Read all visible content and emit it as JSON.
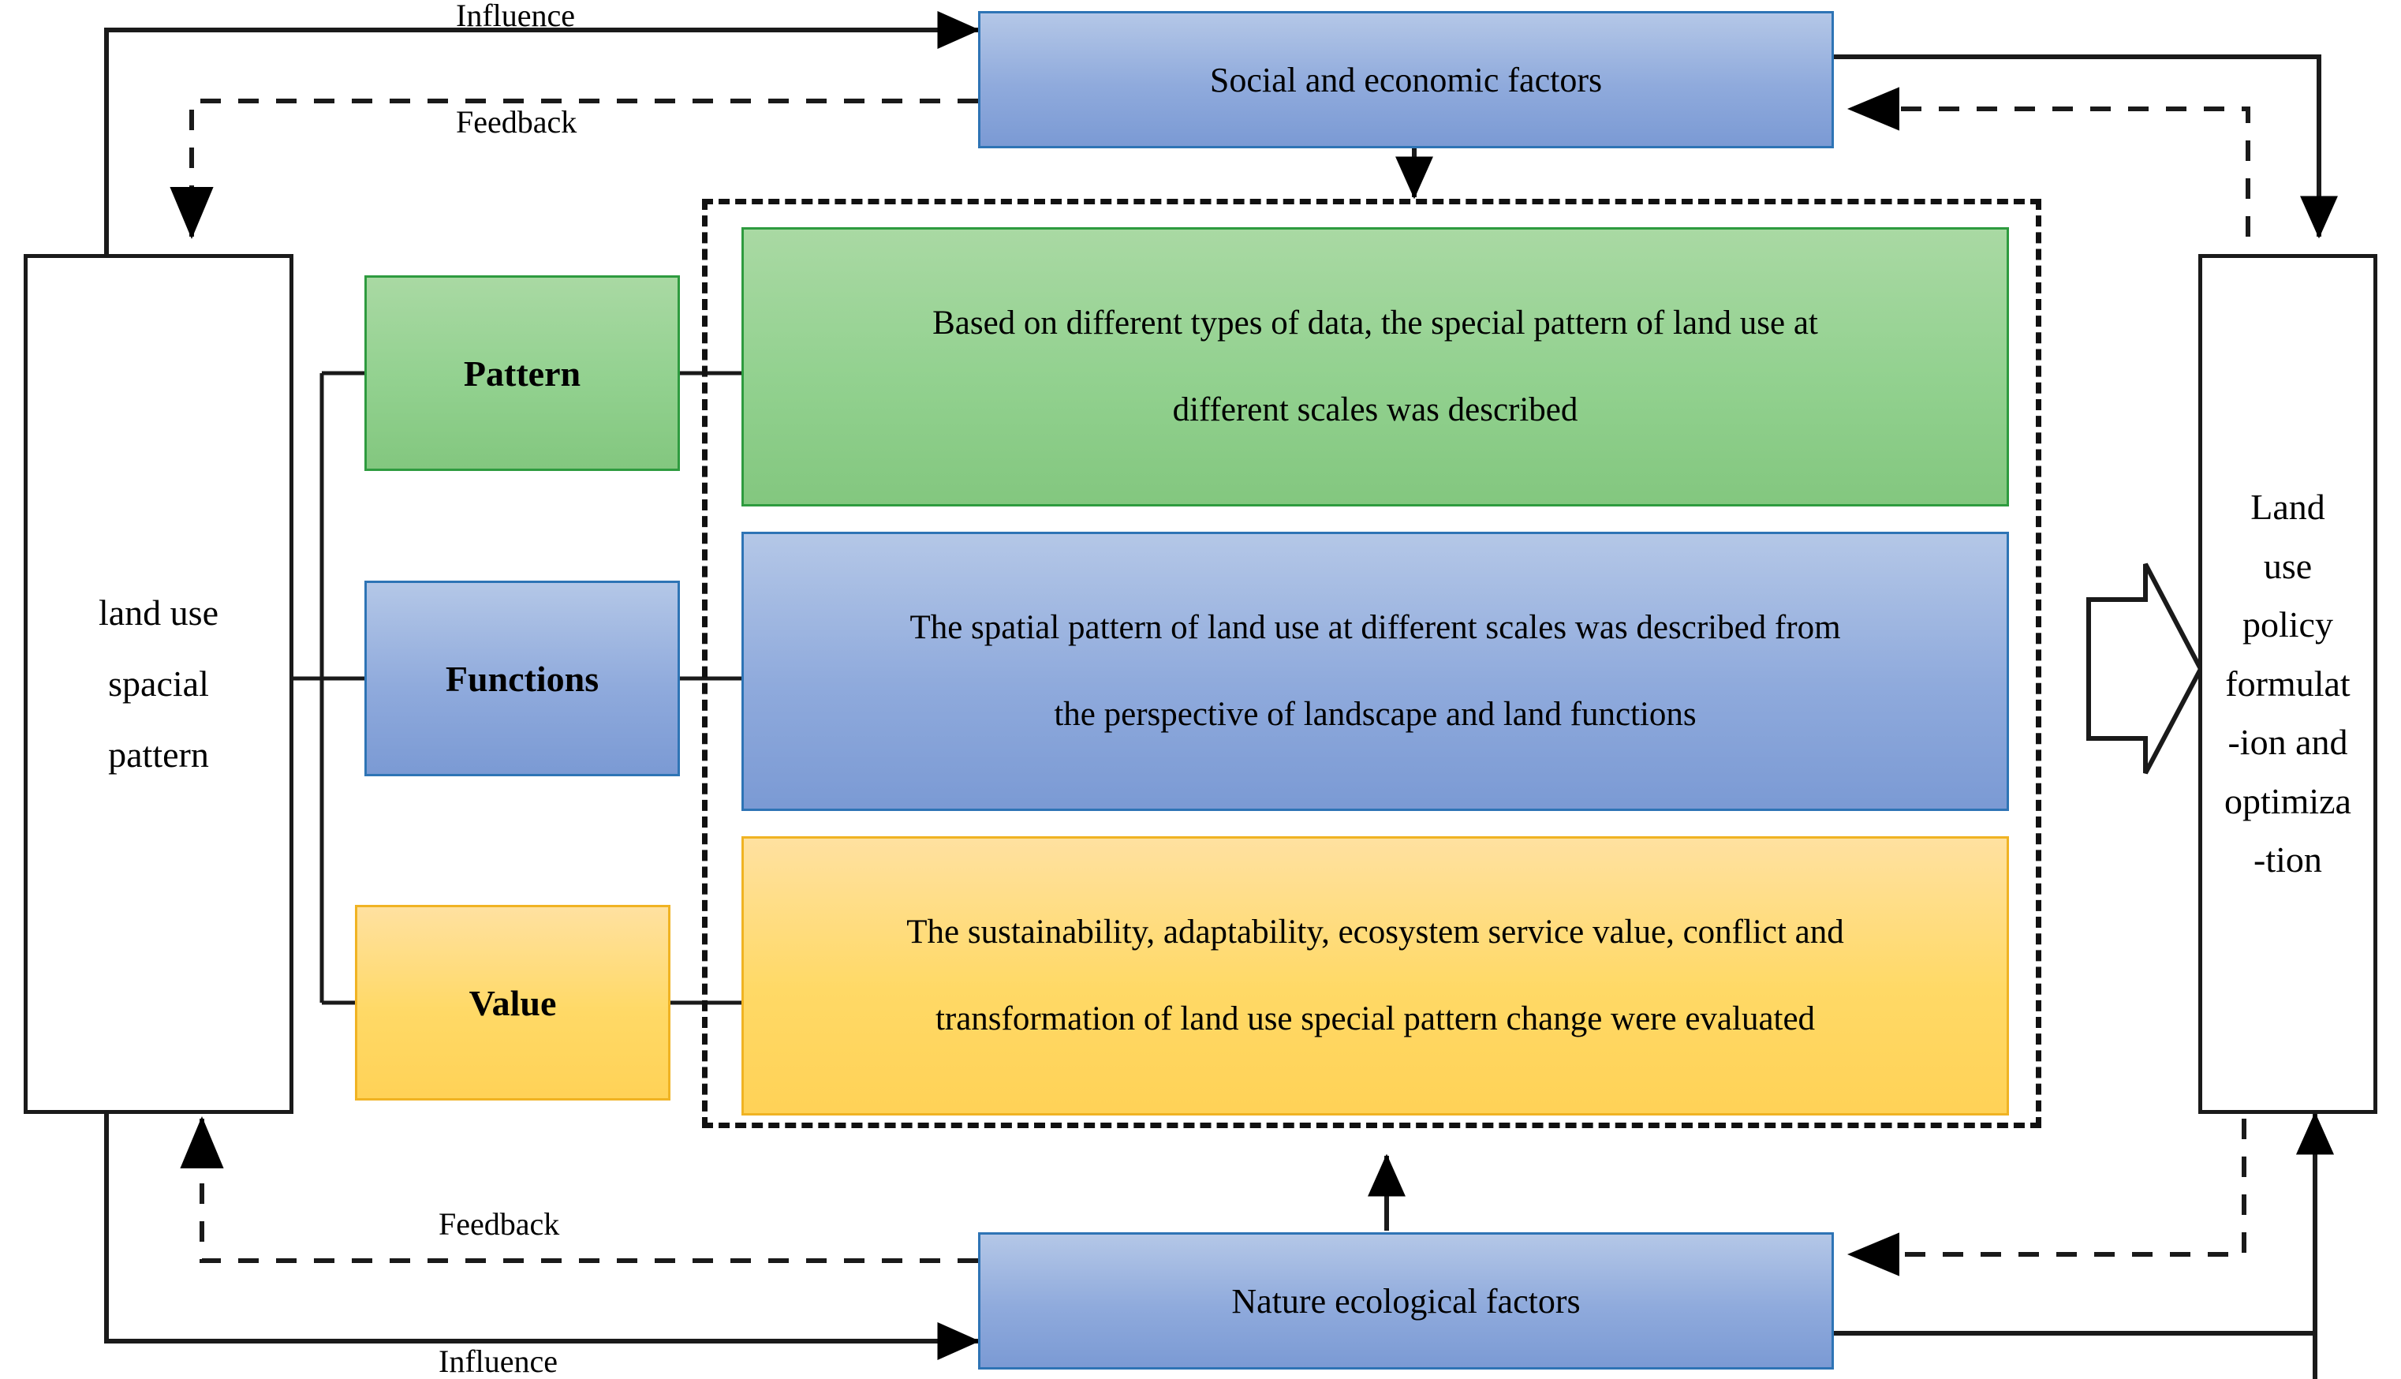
{
  "diagram": {
    "title": "land use spatial pattern research framework",
    "colors": {
      "green_fill": "#92d18f",
      "green_border": "#2e9b3f",
      "blue_fill": "#8faadc",
      "blue_border": "#2e74b5",
      "yellow_fill": "#ffd966",
      "yellow_border": "#f0b323",
      "outline": "#1a1a1a",
      "background": "#ffffff"
    }
  },
  "nodes": {
    "left_terminal": {
      "lines": [
        "land use",
        "spacial",
        "pattern"
      ]
    },
    "right_terminal": {
      "lines": [
        "Land",
        "use",
        "policy",
        "formulat",
        "-ion and",
        "optimiza",
        "-tion"
      ]
    },
    "top_factor": {
      "label": "Social and economic factors"
    },
    "bottom_factor": {
      "label": "Nature ecological factors"
    },
    "chips": [
      {
        "label": "Pattern"
      },
      {
        "label": "Functions"
      },
      {
        "label": "Value"
      }
    ],
    "panels": [
      {
        "lines": [
          "Based on different types of data, the special pattern of land use at",
          "different scales was described"
        ]
      },
      {
        "lines": [
          "The spatial pattern of land use at different scales was described from",
          "the perspective of landscape and land functions"
        ]
      },
      {
        "lines": [
          "The sustainability, adaptability, ecosystem service value, conflict and",
          "transformation of land use special pattern change were evaluated"
        ]
      }
    ]
  },
  "edge_labels": {
    "top_influence": "Influence",
    "top_feedback": "Feedback",
    "bottom_feedback": "Feedback",
    "bottom_influence": "Influence"
  }
}
